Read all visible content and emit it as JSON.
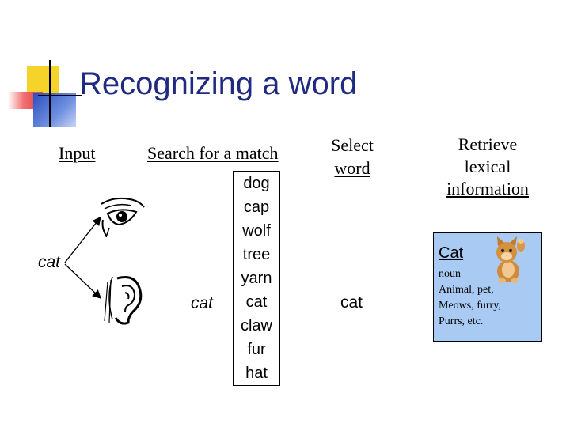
{
  "title": "Recognizing a word",
  "headers": {
    "input": "Input",
    "search": "Search for a match",
    "select": [
      "Select",
      "word"
    ],
    "retrieve": [
      "Retrieve",
      "lexical",
      "information"
    ]
  },
  "input_word": "cat",
  "search_word": "cat",
  "word_list": [
    "dog",
    "cap",
    "wolf",
    "tree",
    "yarn",
    "cat",
    "claw",
    "fur",
    "hat"
  ],
  "selected_word": "cat",
  "lexical": {
    "word": "Cat",
    "info": [
      "noun",
      "Animal, pet,",
      "Meows, furry,",
      "Purrs, etc."
    ]
  },
  "icons": [
    "eye-icon",
    "ear-icon",
    "kitten-image"
  ]
}
